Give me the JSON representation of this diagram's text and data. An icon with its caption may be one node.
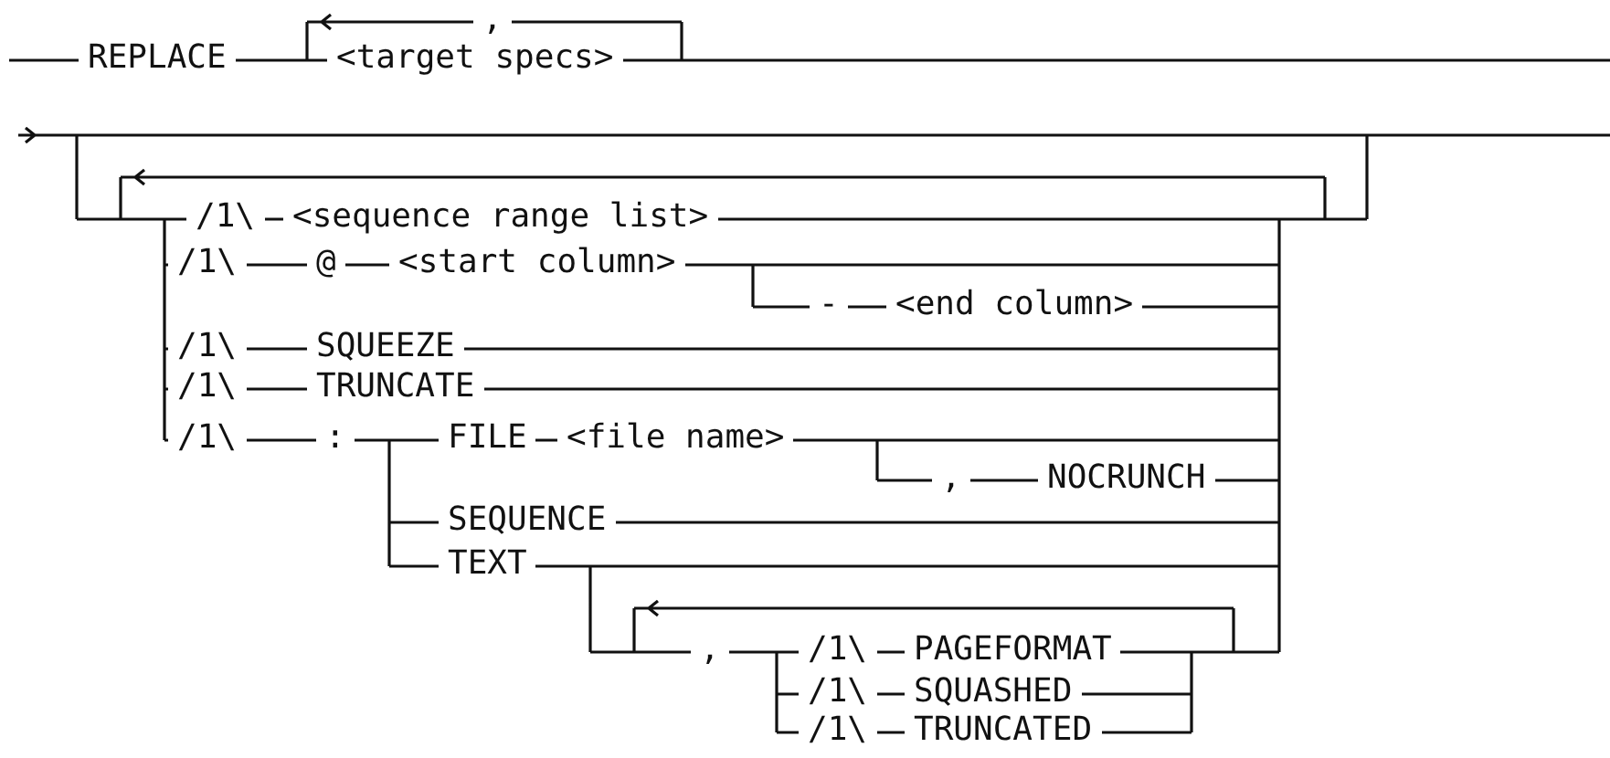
{
  "diagram": {
    "labels": [
      "REPLACE",
      ",",
      "<target specs>",
      "/1\\",
      "<sequence range list>",
      "/1\\",
      "@",
      "<start column>",
      "-",
      "<end column>",
      "/1\\",
      "SQUEEZE",
      "/1\\",
      "TRUNCATE",
      "/1\\",
      ":",
      "FILE",
      "<file name>",
      ",",
      "NOCRUNCH",
      "SEQUENCE",
      "TEXT",
      ",",
      "/1\\",
      "PAGEFORMAT",
      "/1\\",
      "SQUASHED",
      "/1\\",
      "TRUNCATED"
    ]
  }
}
